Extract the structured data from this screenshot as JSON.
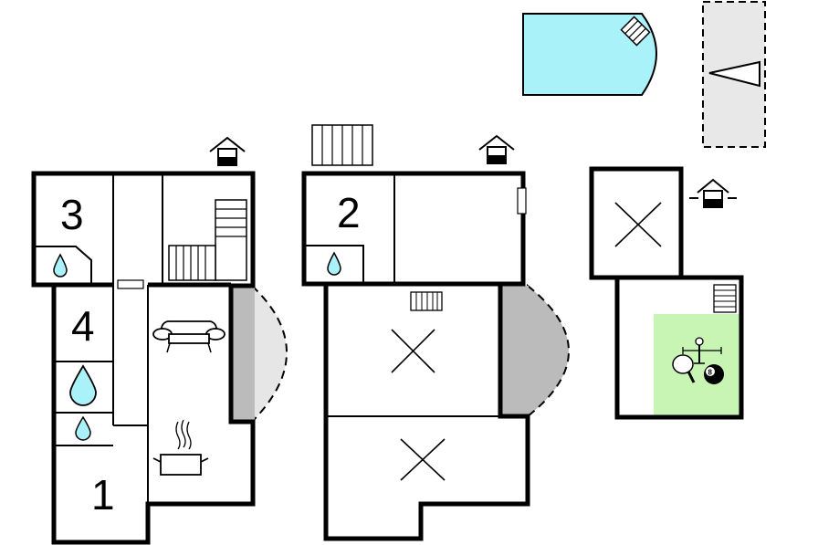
{
  "rooms": [
    {
      "label": "3"
    },
    {
      "label": "4"
    },
    {
      "label": "1"
    },
    {
      "label": "2"
    }
  ],
  "colors": {
    "pool": "#aaf2fa",
    "terrace": "#bbbbbb",
    "terrace_light": "#e6e6e6",
    "parking": "#e8e8e8",
    "games_room": "#c8f5b4",
    "water": "#aaf2fa"
  },
  "icons": [
    "entrance-icon",
    "water-drop-icon",
    "sofa-icon",
    "kitchen-pot-icon",
    "stairs-icon",
    "table-football-icon",
    "table-tennis-icon",
    "billiard-ball-icon",
    "parking-icon",
    "pool-icon"
  ],
  "billiard_ball_number": "8"
}
